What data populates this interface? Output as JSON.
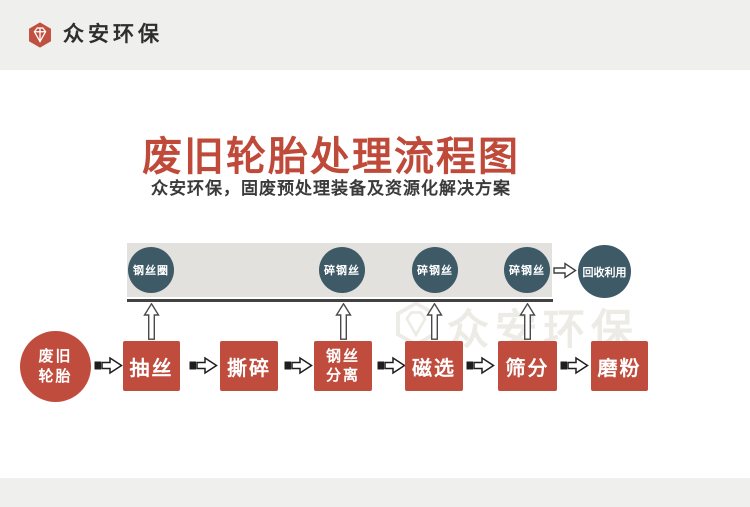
{
  "header": {
    "logo_text": "众安环保"
  },
  "hero": {
    "title": "废旧轮胎处理流程图",
    "subtitle": "众安环保，固废预处理装备及资源化解决方案"
  },
  "diagram": {
    "top_nodes": [
      {
        "label": "钢丝圈"
      },
      {
        "label": "碎钢丝"
      },
      {
        "label": "碎钢丝"
      },
      {
        "label": "碎钢丝"
      }
    ],
    "recycle_label": "回收利用",
    "source": {
      "lines": [
        "废旧",
        "轮胎"
      ]
    },
    "steps": [
      {
        "lines": [
          "抽丝"
        ]
      },
      {
        "lines": [
          "撕碎"
        ]
      },
      {
        "lines": [
          "钢丝",
          "分离"
        ]
      },
      {
        "lines": [
          "磁选"
        ]
      },
      {
        "lines": [
          "筛分"
        ]
      },
      {
        "lines": [
          "磨粉"
        ]
      }
    ]
  },
  "watermark": {
    "text": "众安环保"
  },
  "colors": {
    "accent_red": "#bf4a3a",
    "node_red": "#c04c3d",
    "node_slate": "#3e5a67",
    "band_gray": "#e2e1de",
    "header_gray": "#efefed",
    "baseline_dark": "#424242"
  }
}
